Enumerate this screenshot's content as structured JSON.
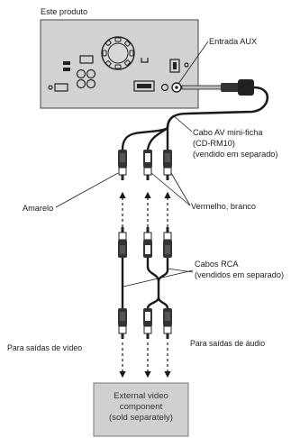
{
  "labels": {
    "product": "Este produto",
    "aux_input": "Entrada AUX",
    "cable_line1": "Cabo AV mini-ficha",
    "cable_line2": "(CD-RM10)",
    "cable_line3": "(vendido em separado)",
    "yellow": "Amarelo",
    "red_white": "Vermelho, branco",
    "rca_line1": "Cabos RCA",
    "rca_line2": "(vendidos em separado)",
    "video_out": "Para saídas de vídeo",
    "audio_out": "Para saídas de áudio",
    "component_line1": "External video",
    "component_line2": "component",
    "component_line3": "(sold separately)"
  },
  "colors": {
    "panel_fill": "#d2d2d2",
    "component_fill": "#d0d0d0",
    "line": "#1a1a1a",
    "plug_body": "#333333"
  }
}
